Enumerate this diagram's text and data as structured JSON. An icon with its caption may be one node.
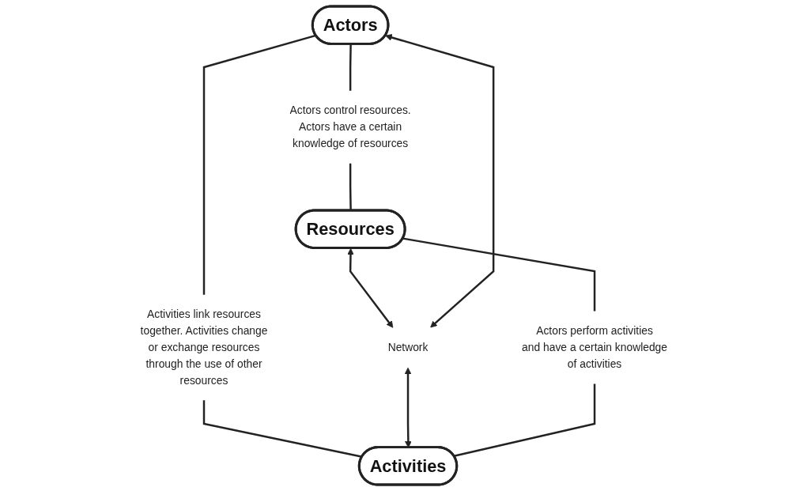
{
  "diagram": {
    "nodes": [
      {
        "text": [
          "Actors"
        ]
      },
      {
        "text": [
          "Actors control resources. Actors have a certain knowledge of resources"
        ]
      },
      {
        "text": [
          "Activities link resources together. Activities change or exchange resources through the use of other resources"
        ]
      },
      {
        "text": [
          "Resources"
        ]
      },
      {
        "text": [
          "Network"
        ]
      },
      {
        "text": [
          "Activities"
        ]
      },
      {
        "text": [
          "Actors perform activities and have a certain knowledge of activities"
        ]
      }
    ],
    "edges": [
      {
        "from": 0,
        "to": 1,
        "arrow": "none"
      },
      {
        "from": 0,
        "to": 2,
        "arrow": "none"
      },
      {
        "from": 4,
        "to": 0,
        "arrow": "both"
      },
      {
        "from": 1,
        "to": 3,
        "arrow": "none"
      },
      {
        "from": 2,
        "to": 5,
        "arrow": "none"
      },
      {
        "from": 3,
        "to": 4,
        "arrow": "both"
      },
      {
        "from": 4,
        "to": 5,
        "arrow": "both"
      },
      {
        "from": 3,
        "to": 6,
        "arrow": "none"
      },
      {
        "from": 6,
        "to": 5,
        "arrow": "none"
      }
    ]
  }
}
